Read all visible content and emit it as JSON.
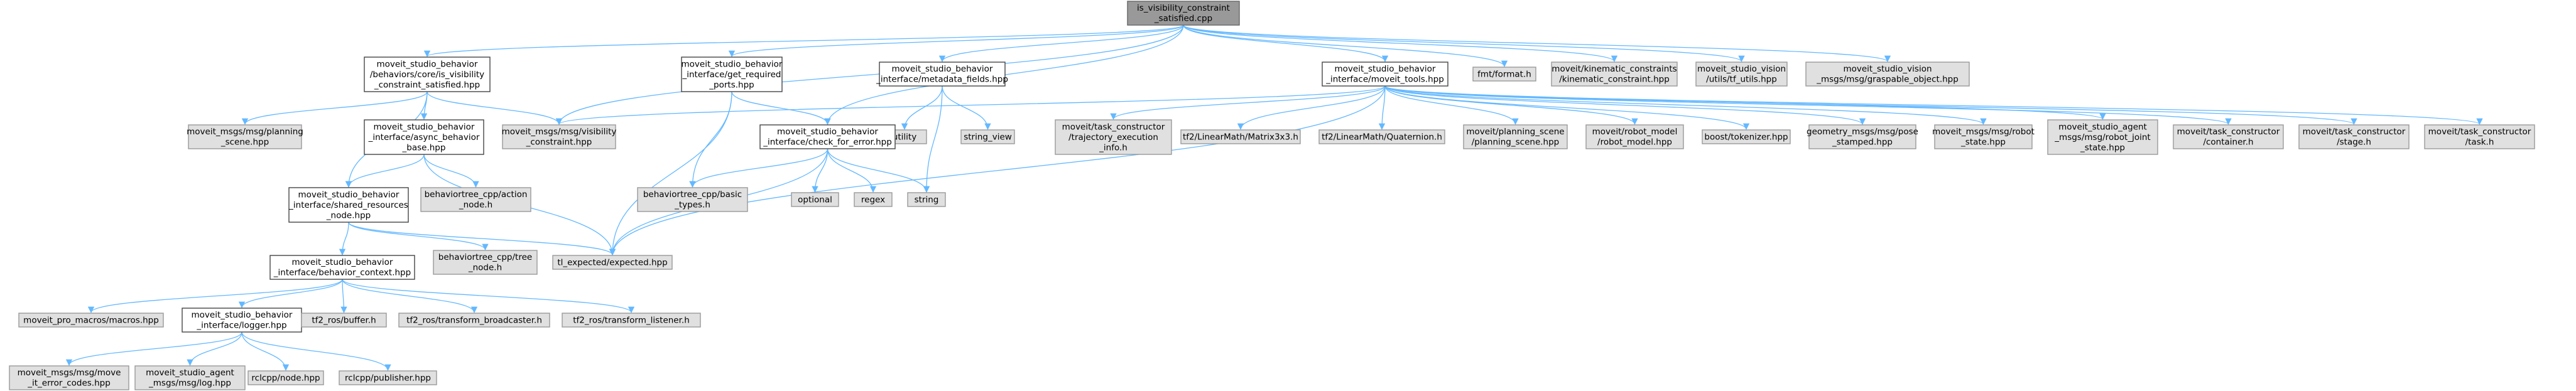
{
  "graph": {
    "colors": {
      "root_fill": "#999999",
      "root_stroke": "#666666",
      "documented_fill": "#ffffff",
      "documented_stroke": "#444444",
      "external_fill": "#e0e0e0",
      "external_stroke": "#999999",
      "edge": "#63b8ff"
    },
    "nodes": [
      {
        "id": "root",
        "kind": "root",
        "lines": [
          "is_visibility_constraint",
          "_satisfied.cpp"
        ]
      },
      {
        "id": "cond",
        "kind": "documented",
        "lines": [
          "moveit_studio_behavior",
          "/behaviors/core/is_visibility",
          "_constraint_satisfied.hpp"
        ]
      },
      {
        "id": "getports",
        "kind": "documented",
        "lines": [
          "moveit_studio_behavior",
          "_interface/get_required",
          "_ports.hpp"
        ]
      },
      {
        "id": "metadata",
        "kind": "documented",
        "lines": [
          "moveit_studio_behavior",
          "_interface/metadata_fields.hpp"
        ]
      },
      {
        "id": "tools",
        "kind": "documented",
        "lines": [
          "moveit_studio_behavior",
          "_interface/moveit_tools.hpp"
        ]
      },
      {
        "id": "fmt",
        "kind": "external",
        "lines": [
          "fmt/format.h"
        ]
      },
      {
        "id": "kinematic",
        "kind": "external",
        "lines": [
          "moveit/kinematic_constraints",
          "/kinematic_constraint.hpp"
        ]
      },
      {
        "id": "tfutils",
        "kind": "external",
        "lines": [
          "moveit_studio_vision",
          "/utils/tf_utils.hpp"
        ]
      },
      {
        "id": "graspable",
        "kind": "external",
        "lines": [
          "moveit_studio_vision",
          "_msgs/msg/graspable_object.hpp"
        ]
      },
      {
        "id": "planscenemsg",
        "kind": "external",
        "lines": [
          "moveit_msgs/msg/planning",
          "_scene.hpp"
        ]
      },
      {
        "id": "asyncbase",
        "kind": "documented",
        "lines": [
          "moveit_studio_behavior",
          "_interface/async_behavior",
          "_base.hpp"
        ]
      },
      {
        "id": "viscon",
        "kind": "external",
        "lines": [
          "moveit_msgs/msg/visibility",
          "_constraint.hpp"
        ]
      },
      {
        "id": "utility",
        "kind": "external",
        "lines": [
          "utility"
        ]
      },
      {
        "id": "stringview",
        "kind": "external",
        "lines": [
          "string_view"
        ]
      },
      {
        "id": "checkerr",
        "kind": "documented",
        "lines": [
          "moveit_studio_behavior",
          "_interface/check_for_error.hpp"
        ]
      },
      {
        "id": "trajexec",
        "kind": "external",
        "lines": [
          "moveit/task_constructor",
          "/trajectory_execution",
          "_info.h"
        ]
      },
      {
        "id": "matrix",
        "kind": "external",
        "lines": [
          "tf2/LinearMath/Matrix3x3.h"
        ]
      },
      {
        "id": "quat",
        "kind": "external",
        "lines": [
          "tf2/LinearMath/Quaternion.h"
        ]
      },
      {
        "id": "planscene",
        "kind": "external",
        "lines": [
          "moveit/planning_scene",
          "/planning_scene.hpp"
        ]
      },
      {
        "id": "robotmodel",
        "kind": "external",
        "lines": [
          "moveit/robot_model",
          "/robot_model.hpp"
        ]
      },
      {
        "id": "tokenizer",
        "kind": "external",
        "lines": [
          "boost/tokenizer.hpp"
        ]
      },
      {
        "id": "posestamped",
        "kind": "external",
        "lines": [
          "geometry_msgs/msg/pose",
          "_stamped.hpp"
        ]
      },
      {
        "id": "robotstate",
        "kind": "external",
        "lines": [
          "moveit_msgs/msg/robot",
          "_state.hpp"
        ]
      },
      {
        "id": "jointstate",
        "kind": "external",
        "lines": [
          "moveit_studio_agent",
          "_msgs/msg/robot_joint",
          "_state.hpp"
        ]
      },
      {
        "id": "container",
        "kind": "external",
        "lines": [
          "moveit/task_constructor",
          "/container.h"
        ]
      },
      {
        "id": "stage",
        "kind": "external",
        "lines": [
          "moveit/task_constructor",
          "/stage.h"
        ]
      },
      {
        "id": "task",
        "kind": "external",
        "lines": [
          "moveit/task_constructor",
          "/task.h"
        ]
      },
      {
        "id": "sharedres",
        "kind": "documented",
        "lines": [
          "moveit_studio_behavior",
          "_interface/shared_resources",
          "_node.hpp"
        ]
      },
      {
        "id": "btaction",
        "kind": "external",
        "lines": [
          "behaviortree_cpp/action",
          "_node.h"
        ]
      },
      {
        "id": "btbasic",
        "kind": "external",
        "lines": [
          "behaviortree_cpp/basic",
          "_types.h"
        ]
      },
      {
        "id": "optional",
        "kind": "external",
        "lines": [
          "optional"
        ]
      },
      {
        "id": "regex",
        "kind": "external",
        "lines": [
          "regex"
        ]
      },
      {
        "id": "string",
        "kind": "external",
        "lines": [
          "string"
        ]
      },
      {
        "id": "bttree",
        "kind": "external",
        "lines": [
          "behaviortree_cpp/tree",
          "_node.h"
        ]
      },
      {
        "id": "expected",
        "kind": "external",
        "lines": [
          "tl_expected/expected.hpp"
        ]
      },
      {
        "id": "context",
        "kind": "documented",
        "lines": [
          "moveit_studio_behavior",
          "_interface/behavior_context.hpp"
        ]
      },
      {
        "id": "macros",
        "kind": "external",
        "lines": [
          "moveit_pro_macros/macros.hpp"
        ]
      },
      {
        "id": "logger",
        "kind": "documented",
        "lines": [
          "moveit_studio_behavior",
          "_interface/logger.hpp"
        ]
      },
      {
        "id": "buffer",
        "kind": "external",
        "lines": [
          "tf2_ros/buffer.h"
        ]
      },
      {
        "id": "broadcaster",
        "kind": "external",
        "lines": [
          "tf2_ros/transform_broadcaster.h"
        ]
      },
      {
        "id": "listener",
        "kind": "external",
        "lines": [
          "tf2_ros/transform_listener.h"
        ]
      },
      {
        "id": "errorcodes",
        "kind": "external",
        "lines": [
          "moveit_msgs/msg/move",
          "_it_error_codes.hpp"
        ]
      },
      {
        "id": "logmsg",
        "kind": "external",
        "lines": [
          "moveit_studio_agent",
          "_msgs/msg/log.hpp"
        ]
      },
      {
        "id": "rclnode",
        "kind": "external",
        "lines": [
          "rclcpp/node.hpp"
        ]
      },
      {
        "id": "rclpub",
        "kind": "external",
        "lines": [
          "rclcpp/publisher.hpp"
        ]
      }
    ],
    "edges": [
      [
        "root",
        "cond"
      ],
      [
        "root",
        "viscon"
      ],
      [
        "root",
        "getports"
      ],
      [
        "root",
        "checkerr"
      ],
      [
        "root",
        "metadata"
      ],
      [
        "root",
        "tools"
      ],
      [
        "root",
        "fmt"
      ],
      [
        "root",
        "kinematic"
      ],
      [
        "root",
        "tfutils"
      ],
      [
        "root",
        "graspable"
      ],
      [
        "cond",
        "planscenemsg"
      ],
      [
        "cond",
        "asyncbase"
      ],
      [
        "cond",
        "viscon"
      ],
      [
        "cond",
        "sharedres"
      ],
      [
        "getports",
        "checkerr"
      ],
      [
        "getports",
        "btbasic"
      ],
      [
        "getports",
        "expected"
      ],
      [
        "metadata",
        "utility"
      ],
      [
        "metadata",
        "stringview"
      ],
      [
        "metadata",
        "string"
      ],
      [
        "tools",
        "viscon"
      ],
      [
        "tools",
        "expected"
      ],
      [
        "tools",
        "trajexec"
      ],
      [
        "tools",
        "matrix"
      ],
      [
        "tools",
        "quat"
      ],
      [
        "tools",
        "planscene"
      ],
      [
        "tools",
        "robotmodel"
      ],
      [
        "tools",
        "tokenizer"
      ],
      [
        "tools",
        "posestamped"
      ],
      [
        "tools",
        "robotstate"
      ],
      [
        "tools",
        "jointstate"
      ],
      [
        "tools",
        "container"
      ],
      [
        "tools",
        "stage"
      ],
      [
        "tools",
        "task"
      ],
      [
        "asyncbase",
        "sharedres"
      ],
      [
        "asyncbase",
        "btaction"
      ],
      [
        "asyncbase",
        "expected"
      ],
      [
        "checkerr",
        "btbasic"
      ],
      [
        "checkerr",
        "optional"
      ],
      [
        "checkerr",
        "regex"
      ],
      [
        "checkerr",
        "string"
      ],
      [
        "checkerr",
        "expected"
      ],
      [
        "sharedres",
        "context"
      ],
      [
        "sharedres",
        "bttree"
      ],
      [
        "sharedres",
        "expected"
      ],
      [
        "context",
        "macros"
      ],
      [
        "context",
        "logger"
      ],
      [
        "context",
        "buffer"
      ],
      [
        "context",
        "broadcaster"
      ],
      [
        "context",
        "listener"
      ],
      [
        "logger",
        "errorcodes"
      ],
      [
        "logger",
        "logmsg"
      ],
      [
        "logger",
        "rclnode"
      ],
      [
        "logger",
        "rclpub"
      ]
    ]
  }
}
